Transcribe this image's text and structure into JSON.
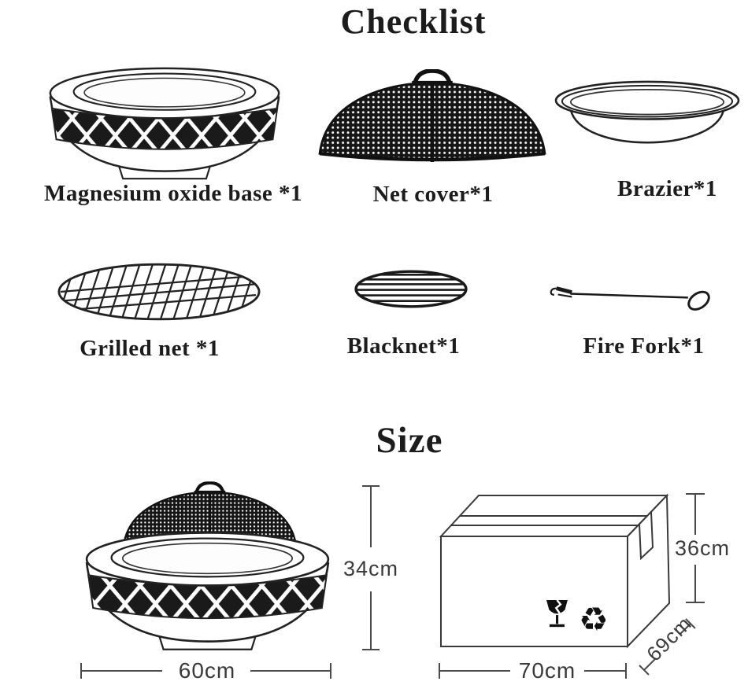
{
  "checklist": {
    "title": "Checklist",
    "items": [
      {
        "label": "Magnesium oxide base *1",
        "icon": "magnesium-oxide-base-illustration"
      },
      {
        "label": "Net cover*1",
        "icon": "net-cover-illustration"
      },
      {
        "label": "Brazier*1",
        "icon": "brazier-illustration"
      },
      {
        "label": "Grilled net *1",
        "icon": "grilled-net-illustration"
      },
      {
        "label": "Blacknet*1",
        "icon": "blacknet-illustration"
      },
      {
        "label": "Fire Fork*1",
        "icon": "fire-fork-illustration"
      }
    ]
  },
  "size": {
    "title": "Size",
    "firepit": {
      "height_label": "34cm",
      "width_label": "60cm"
    },
    "box": {
      "height_label": "36cm",
      "depth_label": "69cm",
      "width_label": "70cm"
    }
  },
  "colors": {
    "background": "#ffffff",
    "ink": "#1c1c1c",
    "line_art": "#222222",
    "dimension_line": "#4a4a4a"
  }
}
